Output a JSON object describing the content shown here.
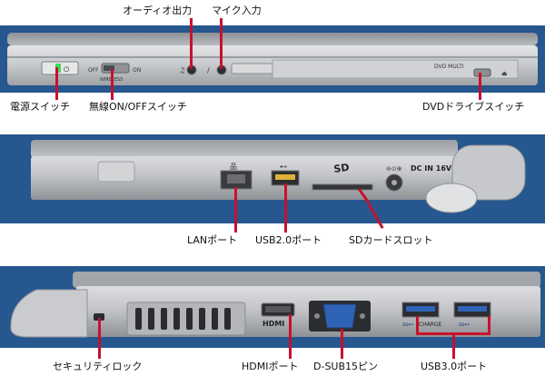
{
  "labels": {
    "audio_out": "オーディオ出力",
    "mic_in": "マイク入力",
    "power_switch": "電源スイッチ",
    "wireless_switch": "無線ON/OFFスイッチ",
    "dvd_switch": "DVDドライブスイッチ",
    "lan_port": "LANポート",
    "usb2_port": "USB2.0ポート",
    "sd_slot": "SDカードスロット",
    "security_lock": "セキュリティロック",
    "hdmi_port": "HDMIポート",
    "dsub_port": "D-SUB15ピン",
    "usb3_port": "USB3.0ポート"
  },
  "device_text": {
    "off": "OFF",
    "on": "ON",
    "wireless": "WIRELESS",
    "dvd_multi": "DVD MULTI",
    "dc_in": "DC IN 16V",
    "hdmi": "HDMI",
    "charge": "CHARGE"
  },
  "colors": {
    "backdrop": "#26578f",
    "chassis": "#c9cbce",
    "callout": "#c8102e",
    "vga_blue": "#2f63b6"
  }
}
